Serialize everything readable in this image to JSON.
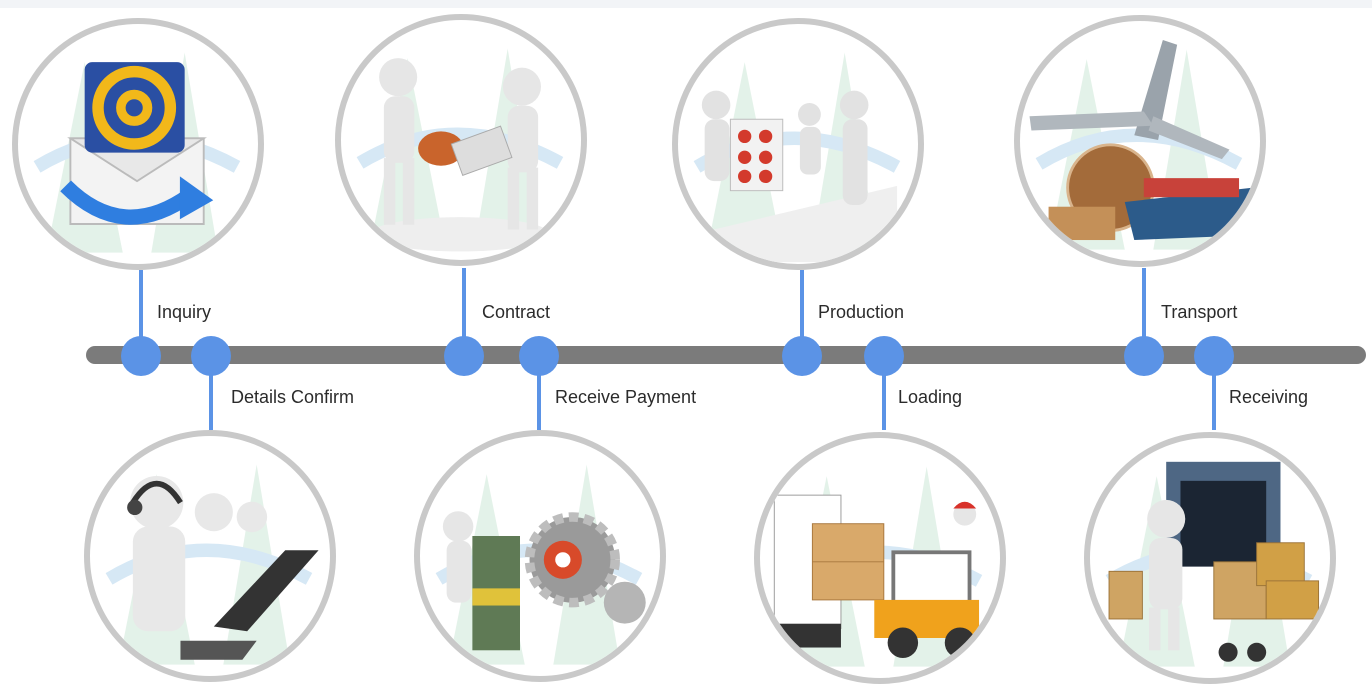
{
  "steps": [
    {
      "label": "Inquiry",
      "icon": "email-envelope-icon"
    },
    {
      "label": "Details Confirm",
      "icon": "call-center-icon"
    },
    {
      "label": "Contract",
      "icon": "handshake-contract-icon"
    },
    {
      "label": "Receive Payment",
      "icon": "money-gears-icon"
    },
    {
      "label": "Production",
      "icon": "factory-workers-icon"
    },
    {
      "label": "Loading",
      "icon": "forklift-icon"
    },
    {
      "label": "Transport",
      "icon": "airplane-ship-icon"
    },
    {
      "label": "Receiving",
      "icon": "delivery-boxes-icon"
    }
  ],
  "colors": {
    "timeline": "#7b7b7b",
    "node": "#5b93e6",
    "circle_border": "#c9c9c9"
  }
}
